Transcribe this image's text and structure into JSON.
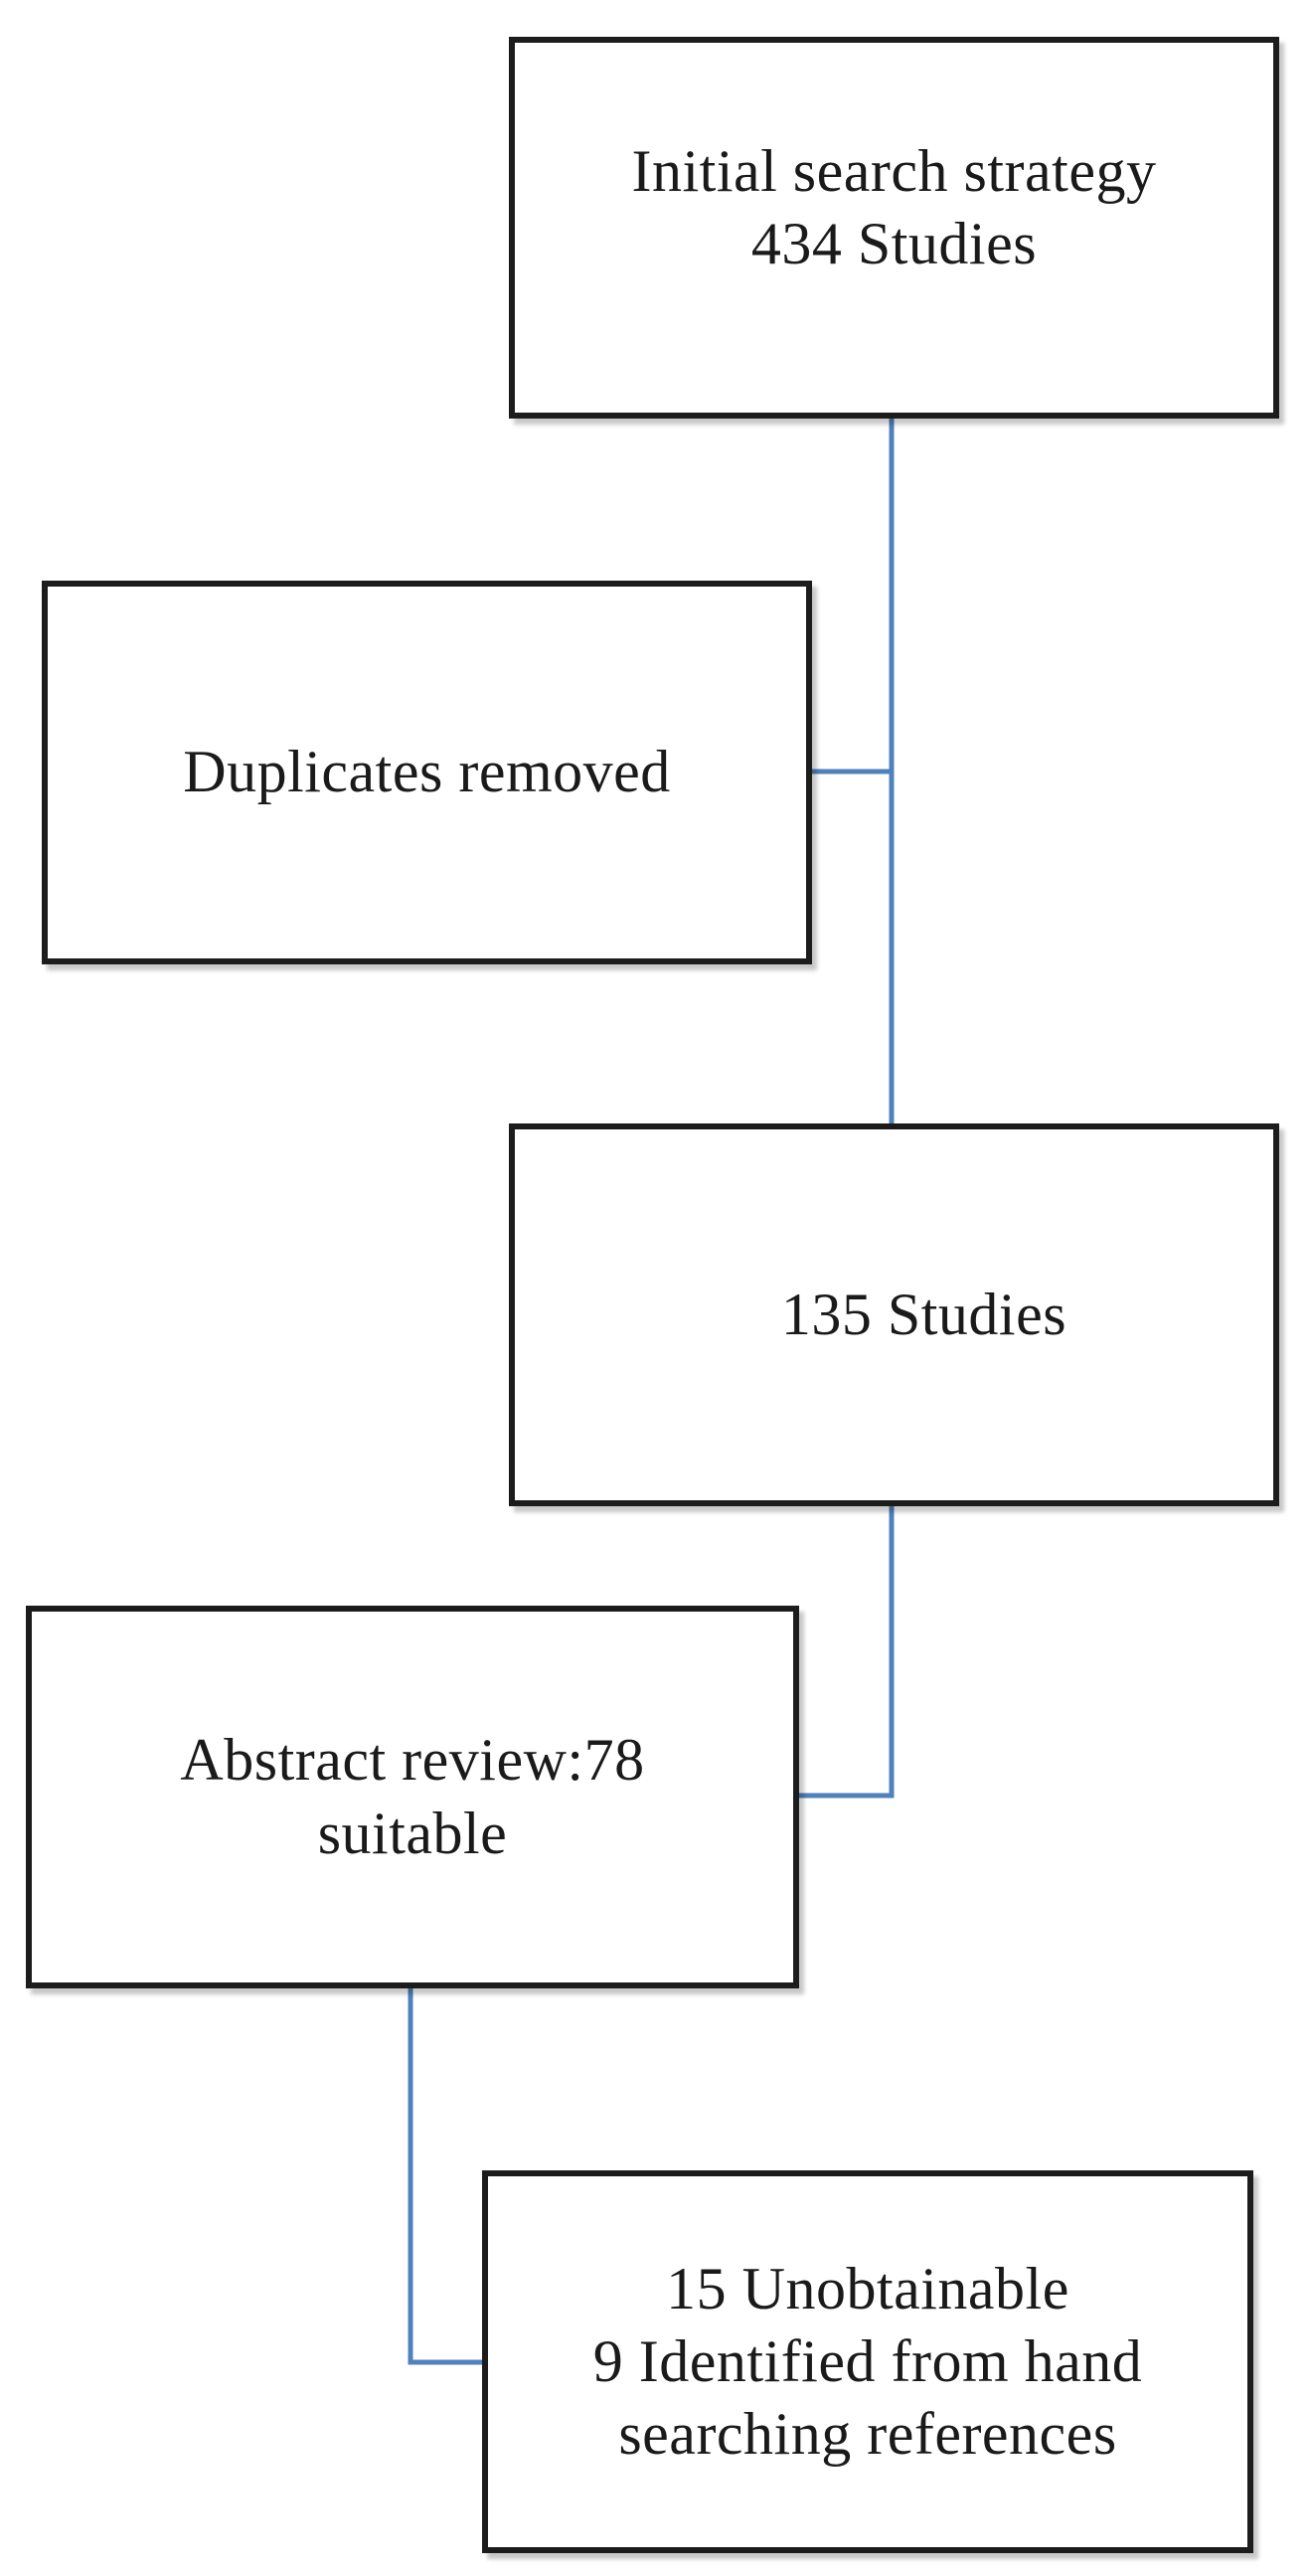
{
  "diagram": {
    "nodes": [
      {
        "id": "initial-search",
        "lines": [
          "Initial search strategy",
          "434 Studies"
        ]
      },
      {
        "id": "duplicates-removed",
        "lines": [
          "Duplicates removed"
        ]
      },
      {
        "id": "studies-135",
        "lines": [
          "135 Studies"
        ]
      },
      {
        "id": "abstract-review",
        "lines": [
          "Abstract review:78",
          "suitable"
        ]
      },
      {
        "id": "unobtainable",
        "lines": [
          "15 Unobtainable",
          "9 Identified from hand",
          "searching references"
        ]
      }
    ],
    "edges": [
      {
        "from": "initial-search",
        "to": "studies-135"
      },
      {
        "from": "initial-search",
        "to": "duplicates-removed"
      },
      {
        "from": "studies-135",
        "to": "abstract-review"
      },
      {
        "from": "abstract-review",
        "to": "unobtainable"
      }
    ],
    "colors": {
      "connector": "#4f81bd",
      "border": "#1c1c1c",
      "text": "#1a1a1a",
      "background": "#ffffff"
    }
  }
}
